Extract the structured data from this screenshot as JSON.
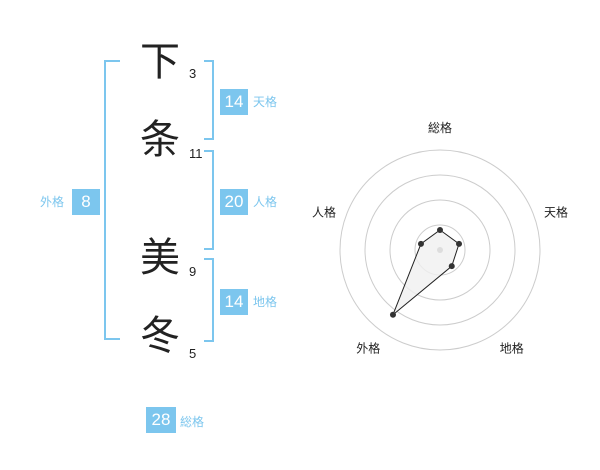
{
  "name": {
    "chars": [
      {
        "char": "下",
        "strokes": "3"
      },
      {
        "char": "条",
        "strokes": "11"
      },
      {
        "char": "美",
        "strokes": "9"
      },
      {
        "char": "冬",
        "strokes": "5"
      }
    ]
  },
  "fortune": {
    "tenkaku": {
      "value": "14",
      "label": "天格"
    },
    "jinkaku": {
      "value": "20",
      "label": "人格"
    },
    "chikaku": {
      "value": "14",
      "label": "地格"
    },
    "gaikaku": {
      "value": "8",
      "label": "外格"
    },
    "soukaku": {
      "value": "28",
      "label": "総格"
    }
  },
  "chart_data": {
    "type": "radar",
    "axes": [
      "総格",
      "天格",
      "地格",
      "外格",
      "人格"
    ],
    "values": [
      1,
      1,
      1,
      4,
      1
    ],
    "rmax": 5,
    "rings": 4,
    "colors": {
      "ring": "#cccccc",
      "point": "#333333",
      "fill": "#f0f0f0",
      "center": "#dddddd"
    }
  },
  "colors": {
    "accent": "#7cc6ee",
    "text": "#222222"
  }
}
